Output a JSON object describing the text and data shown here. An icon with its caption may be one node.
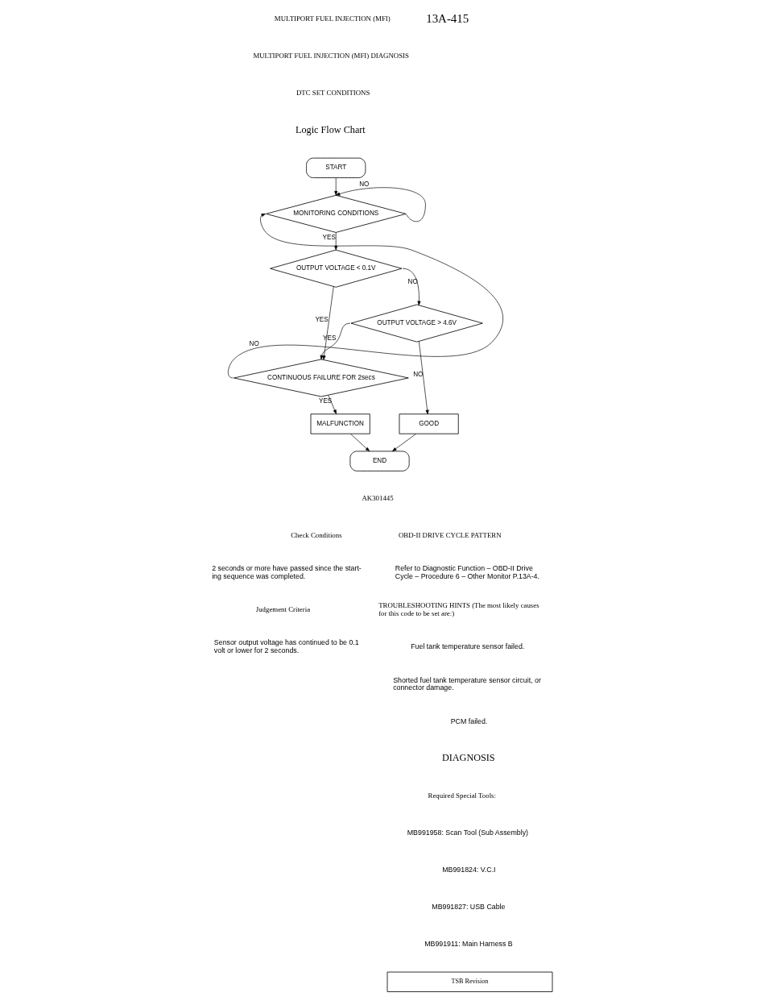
{
  "diagram": {
    "nodes": [
      {
        "text": [
          "START"
        ]
      },
      {
        "text": [
          "MONITORING CONDITIONS"
        ]
      },
      {
        "text": [
          "OUTPUT VOLTAGE < 0.1V"
        ]
      },
      {
        "text": [
          "OUTPUT VOLTAGE > 4.6V"
        ]
      },
      {
        "text": [
          "CONTINUOUS FAILURE FOR 2secs"
        ]
      },
      {
        "text": [
          "MALFUNCTION"
        ]
      },
      {
        "text": [
          "GOOD"
        ]
      },
      {
        "text": [
          "END"
        ]
      },
      {
        "text": [
          "TSB Revision"
        ]
      }
    ],
    "edges": [
      {
        "from": 0,
        "to": 1,
        "arrow": "to"
      },
      {
        "from": 1,
        "to": 1,
        "arrow": "to",
        "label": "NO"
      },
      {
        "from": 1,
        "to": 2,
        "arrow": "to",
        "label": "YES"
      },
      {
        "from": 2,
        "to": 3,
        "arrow": "to",
        "label": "NO"
      },
      {
        "from": 3,
        "to": 4,
        "arrow": "to",
        "label": "YES"
      },
      {
        "from": 2,
        "to": 4,
        "arrow": "to",
        "label": "YES"
      },
      {
        "from": 4,
        "to": 1,
        "arrow": "to",
        "label": "NO"
      },
      {
        "from": 4,
        "to": 5,
        "arrow": "to",
        "label": "YES"
      },
      {
        "from": 3,
        "to": 6,
        "arrow": "to",
        "label": "NO"
      },
      {
        "from": 5,
        "to": 7,
        "arrow": "to"
      },
      {
        "from": 6,
        "to": 7,
        "arrow": "to"
      }
    ],
    "labels": [
      "MULTIPORT FUEL INJECTION (MFI)",
      "MULTIPORT FUEL INJECTION (MFI) DIAGNOSIS",
      "13A-415",
      "DTC SET CONDITIONS",
      "Logic Flow Chart",
      "AK301445",
      "Check Conditions",
      "2 seconds or more have passed since the start-ing sequence was completed.",
      "Judgement Criteria",
      "Sensor output voltage has continued to be 0.1 volt or lower for 2 seconds.",
      "OBD-II DRIVE CYCLE PATTERN",
      "Refer to Diagnostic Function – OBD-II Drive Cycle – Procedure 6 – Other Monitor P.13A-4.",
      "TROUBLESHOOTING HINTS (The most likely causes for this code to be set are:)",
      "Fuel tank temperature sensor failed.",
      "Shorted fuel tank temperature sensor circuit, or connector damage.",
      "PCM failed.",
      "DIAGNOSIS",
      "Required Special Tools:",
      "MB991958: Scan Tool (Sub Assembly)",
      "MB991824: V.C.I",
      "MB991827: USB Cable",
      "MB991911: Main Harness B"
    ]
  }
}
